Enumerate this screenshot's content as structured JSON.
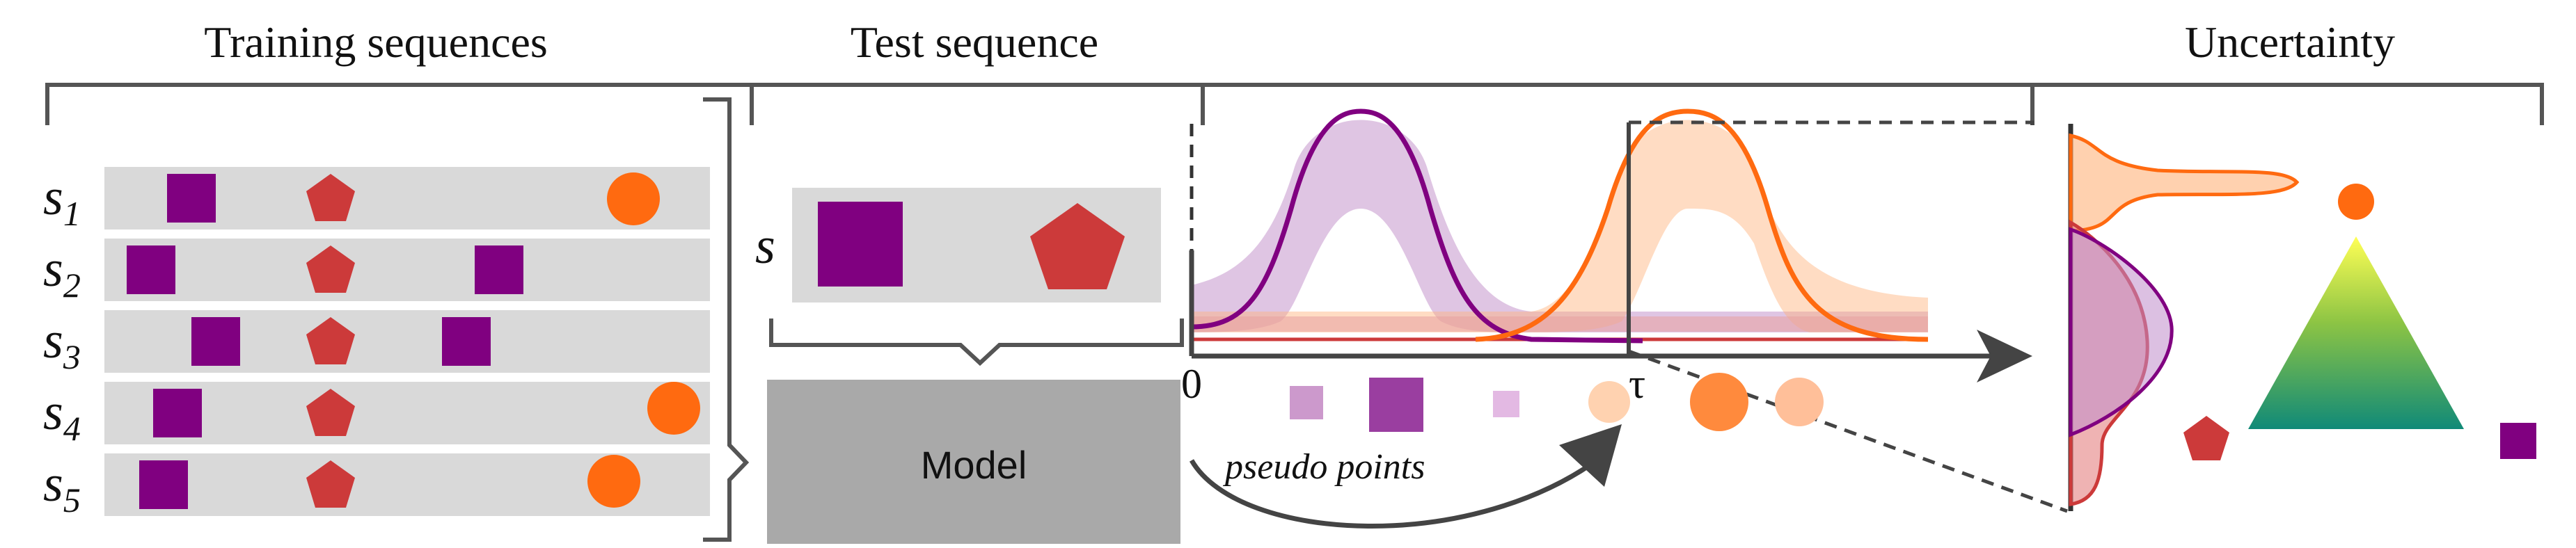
{
  "headers": {
    "training": "Training sequences",
    "test": "Test sequence",
    "uncertainty": "Uncertainty"
  },
  "sequences": [
    {
      "label": "s",
      "index": "1"
    },
    {
      "label": "s",
      "index": "2"
    },
    {
      "label": "s",
      "index": "3"
    },
    {
      "label": "s",
      "index": "4"
    },
    {
      "label": "s",
      "index": "5"
    }
  ],
  "test_sequence": {
    "label": "s"
  },
  "model": {
    "label": "Model"
  },
  "time_axis": {
    "start": "0",
    "tau": "τ"
  },
  "pseudo_points": {
    "label": "pseudo points"
  },
  "colors": {
    "purple": "#800080",
    "red": "#cc3a3a",
    "orange": "#ff6a10",
    "bar_gray": "#d9d9d9",
    "model_gray": "#a9a9a9",
    "simplex_top": "#ffff55",
    "simplex_bottom": "#108a78"
  },
  "icons": [
    "square-mark",
    "pentagon-mark",
    "circle-mark"
  ]
}
